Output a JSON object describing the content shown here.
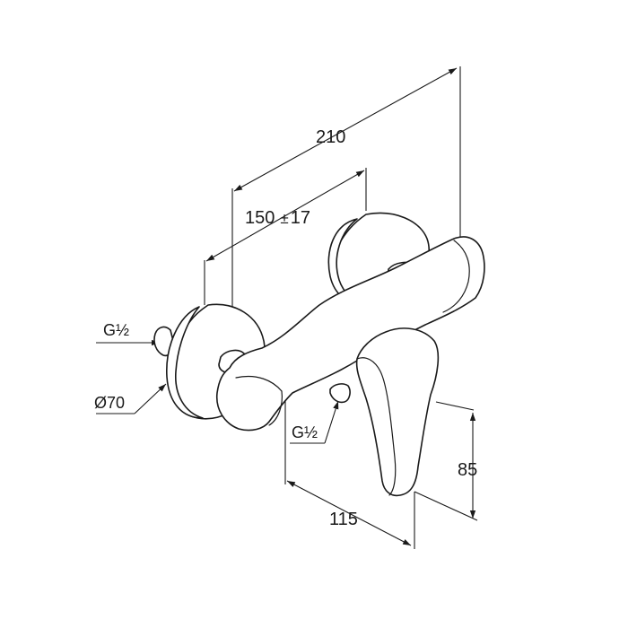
{
  "dimensions": {
    "overall_width": "210",
    "center_distance": "150",
    "center_tolerance_sign": "±",
    "center_tolerance": "17",
    "outlet_depth": "115",
    "handle_height": "85",
    "flange_diameter": "Ø70",
    "inlet_thread": "G½",
    "outlet_thread": "G½"
  },
  "colors": {
    "line": "#1a1a1a",
    "background": "#ffffff"
  }
}
